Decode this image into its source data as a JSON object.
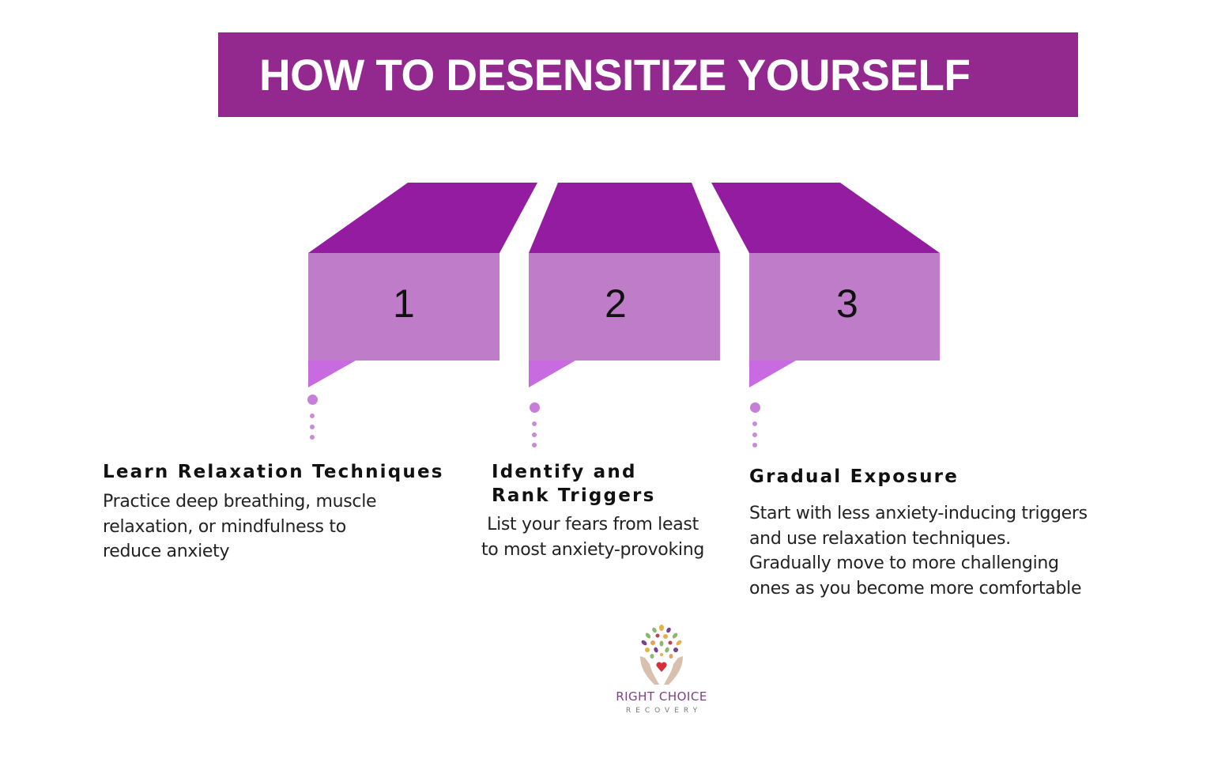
{
  "title": "HOW TO DESENSITIZE YOURSELF",
  "colors": {
    "banner": "#93298f",
    "box_top": "#941ca0",
    "box_front": "#bf7cc8",
    "box_tab": "#c86ae0",
    "dots": "#c77ed9"
  },
  "steps": [
    {
      "number": "1",
      "heading_lines": [
        "Learn Relaxation Techniques"
      ],
      "description_lines": [
        "Practice deep breathing, muscle",
        "relaxation, or mindfulness to",
        "reduce anxiety"
      ]
    },
    {
      "number": "2",
      "heading_lines": [
        "Identify and",
        "Rank Triggers"
      ],
      "description_lines": [
        "List your fears from least",
        "to most anxiety-provoking"
      ]
    },
    {
      "number": "3",
      "heading_lines": [
        "Gradual Exposure"
      ],
      "description_lines": [
        "Start with less anxiety-inducing triggers",
        "and use relaxation techniques.",
        "Gradually move to more challenging",
        "ones as you become more comfortable"
      ]
    }
  ],
  "logo": {
    "icon": "tree-hands-heart-icon",
    "name": "RIGHT CHOICE",
    "subtitle": "RECOVERY"
  }
}
